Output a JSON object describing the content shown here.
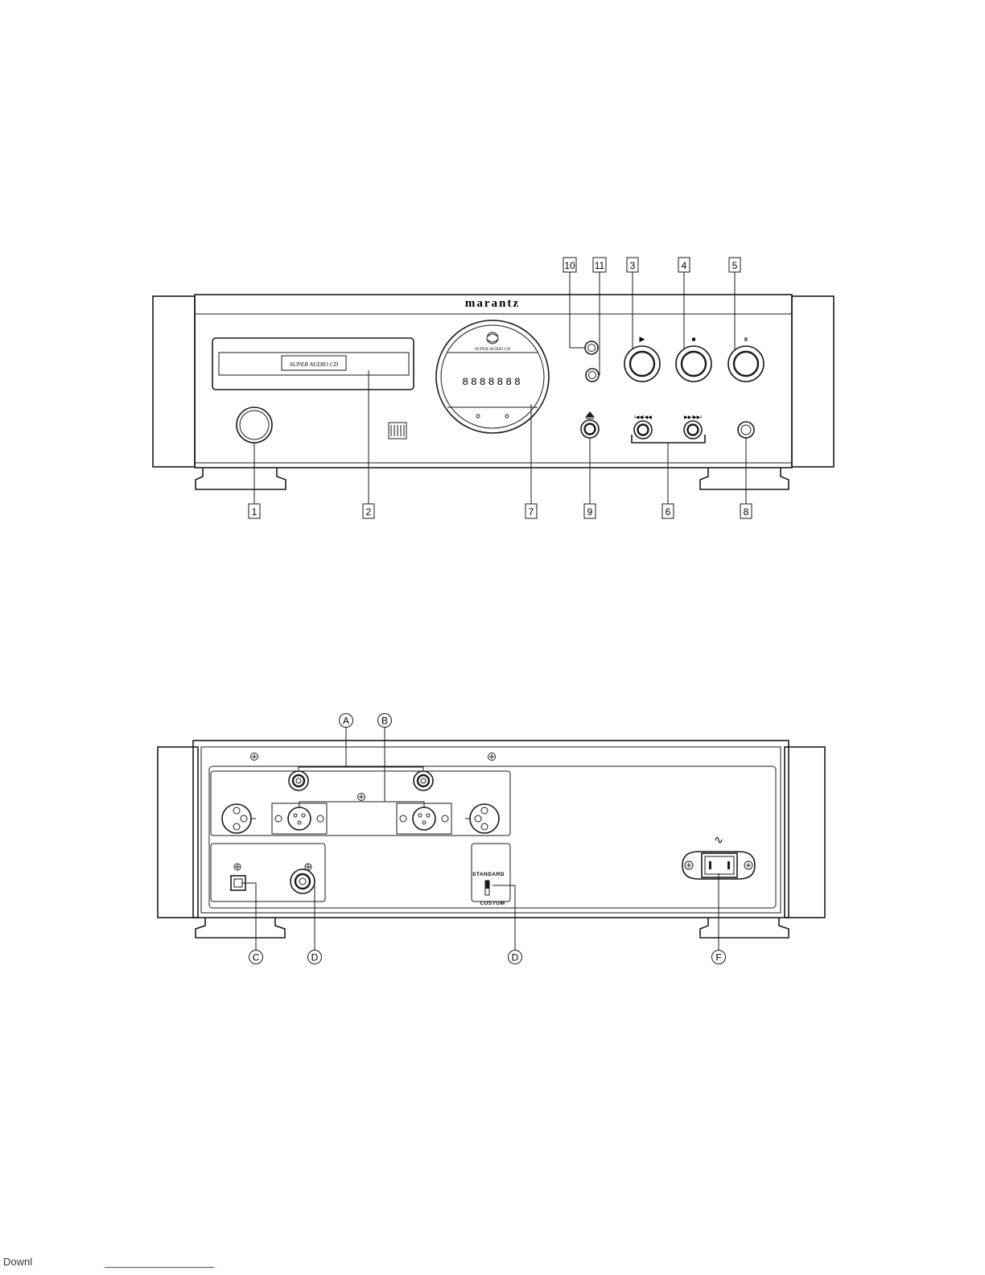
{
  "front_panel": {
    "brand": "marantz",
    "disc_tray_label": "SUPER AUDIO CD",
    "logo_caption": "SUPER AUDIO CD",
    "display_text": "8888888",
    "button_symbols": {
      "play": "▶",
      "stop": "■",
      "pause": "II",
      "skip_back": "I◀◀/◀◀",
      "skip_forward": "▶▶/▶▶I"
    },
    "callouts": [
      "1",
      "2",
      "3",
      "4",
      "5",
      "6",
      "7",
      "8",
      "9",
      "10",
      "11"
    ]
  },
  "rear_panel": {
    "switch_labels": {
      "top": "STANDARD",
      "bottom": "CUSTOM"
    },
    "ac_symbol": "∿",
    "callouts": [
      "A",
      "B",
      "C",
      "D",
      "D",
      "F"
    ]
  },
  "footer": {
    "text": "Downl"
  }
}
